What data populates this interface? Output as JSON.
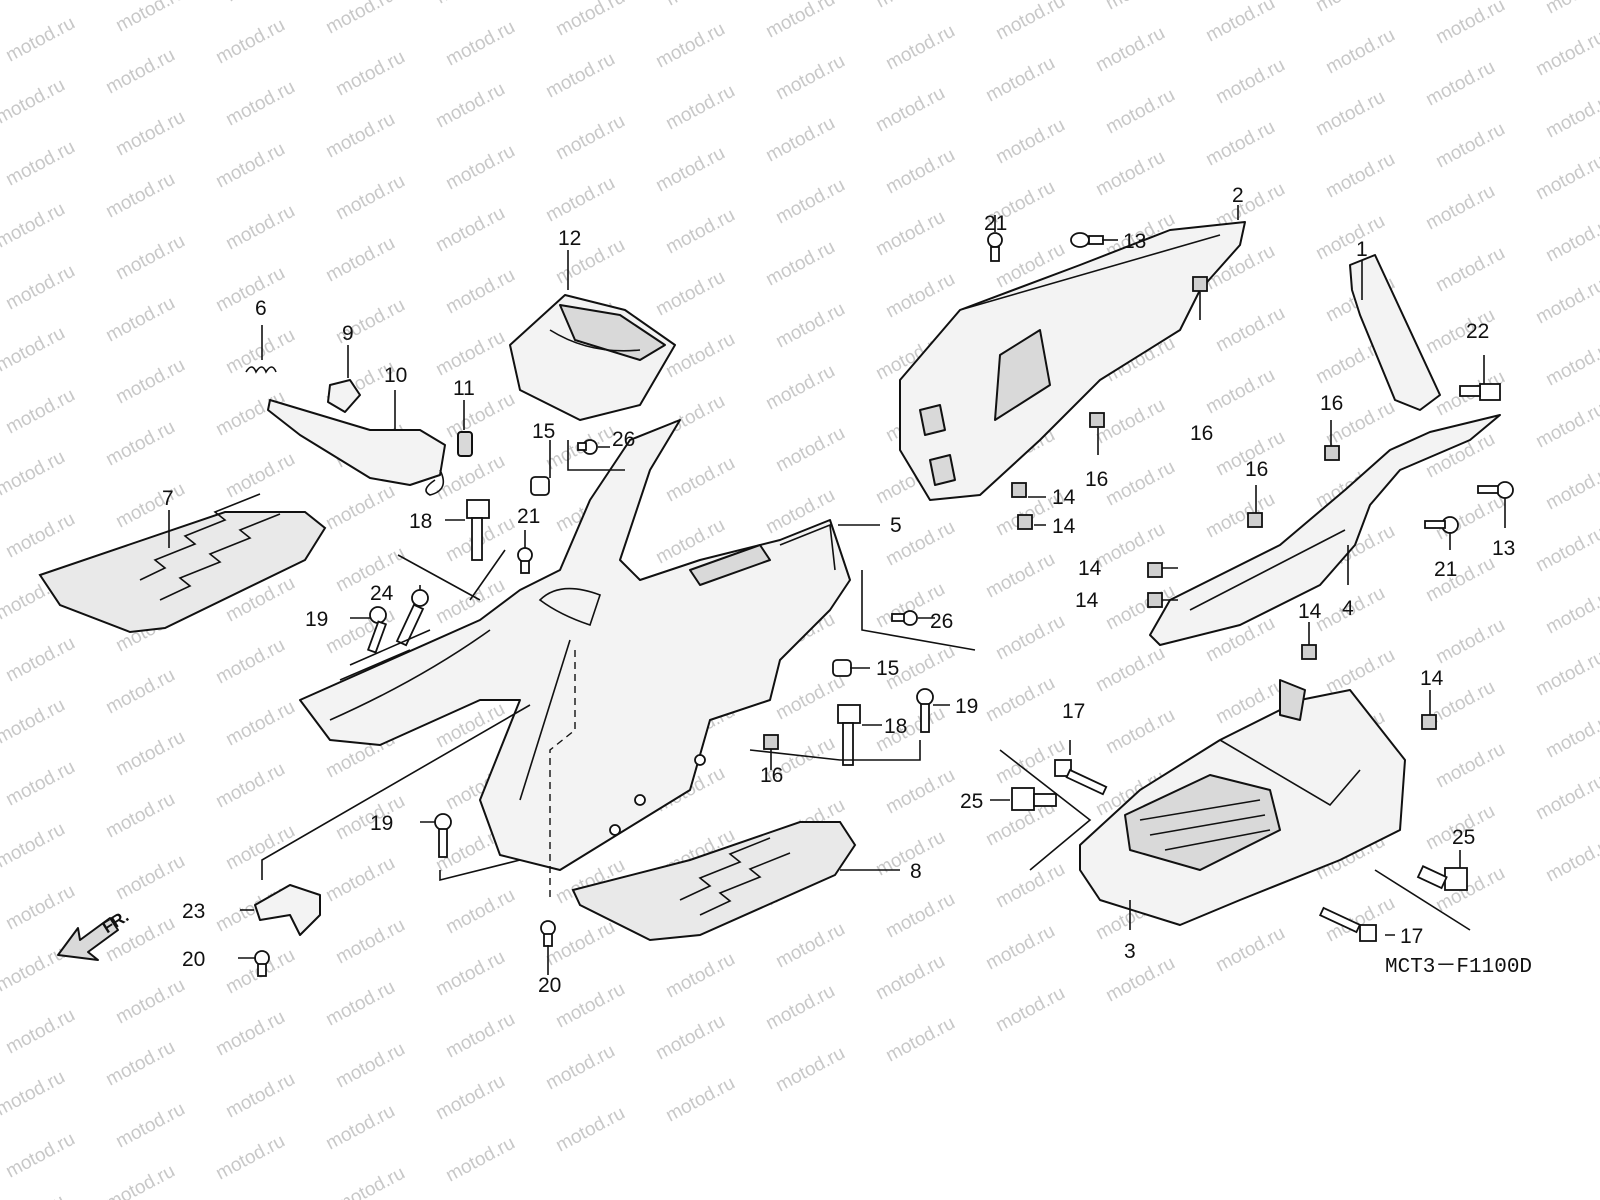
{
  "diagram": {
    "watermark": "motod.ru",
    "code": "MCT3－F1100D",
    "front_label": "FR."
  },
  "callouts": [
    {
      "id": "c1",
      "text": "1"
    },
    {
      "id": "c2",
      "text": "2"
    },
    {
      "id": "c3",
      "text": "3"
    },
    {
      "id": "c4",
      "text": "4"
    },
    {
      "id": "c5",
      "text": "5"
    },
    {
      "id": "c6",
      "text": "6"
    },
    {
      "id": "c7",
      "text": "7"
    },
    {
      "id": "c8",
      "text": "8"
    },
    {
      "id": "c9",
      "text": "9"
    },
    {
      "id": "c10",
      "text": "10"
    },
    {
      "id": "c11",
      "text": "11"
    },
    {
      "id": "c12",
      "text": "12"
    },
    {
      "id": "c13a",
      "text": "13"
    },
    {
      "id": "c13b",
      "text": "13"
    },
    {
      "id": "c14a",
      "text": "14"
    },
    {
      "id": "c14b",
      "text": "14"
    },
    {
      "id": "c14c",
      "text": "14"
    },
    {
      "id": "c14d",
      "text": "14"
    },
    {
      "id": "c14e",
      "text": "14"
    },
    {
      "id": "c14f",
      "text": "14"
    },
    {
      "id": "c15a",
      "text": "15"
    },
    {
      "id": "c15b",
      "text": "15"
    },
    {
      "id": "c16a",
      "text": "16"
    },
    {
      "id": "c16b",
      "text": "16"
    },
    {
      "id": "c16c",
      "text": "16"
    },
    {
      "id": "c16d",
      "text": "16"
    },
    {
      "id": "c16e",
      "text": "16"
    },
    {
      "id": "c17a",
      "text": "17"
    },
    {
      "id": "c17b",
      "text": "17"
    },
    {
      "id": "c18a",
      "text": "18"
    },
    {
      "id": "c18b",
      "text": "18"
    },
    {
      "id": "c19a",
      "text": "19"
    },
    {
      "id": "c19b",
      "text": "19"
    },
    {
      "id": "c19c",
      "text": "19"
    },
    {
      "id": "c20a",
      "text": "20"
    },
    {
      "id": "c20b",
      "text": "20"
    },
    {
      "id": "c21a",
      "text": "21"
    },
    {
      "id": "c21b",
      "text": "21"
    },
    {
      "id": "c21c",
      "text": "21"
    },
    {
      "id": "c22",
      "text": "22"
    },
    {
      "id": "c23",
      "text": "23"
    },
    {
      "id": "c24",
      "text": "24"
    },
    {
      "id": "c25a",
      "text": "25"
    },
    {
      "id": "c25b",
      "text": "25"
    },
    {
      "id": "c26a",
      "text": "26"
    },
    {
      "id": "c26b",
      "text": "26"
    }
  ]
}
